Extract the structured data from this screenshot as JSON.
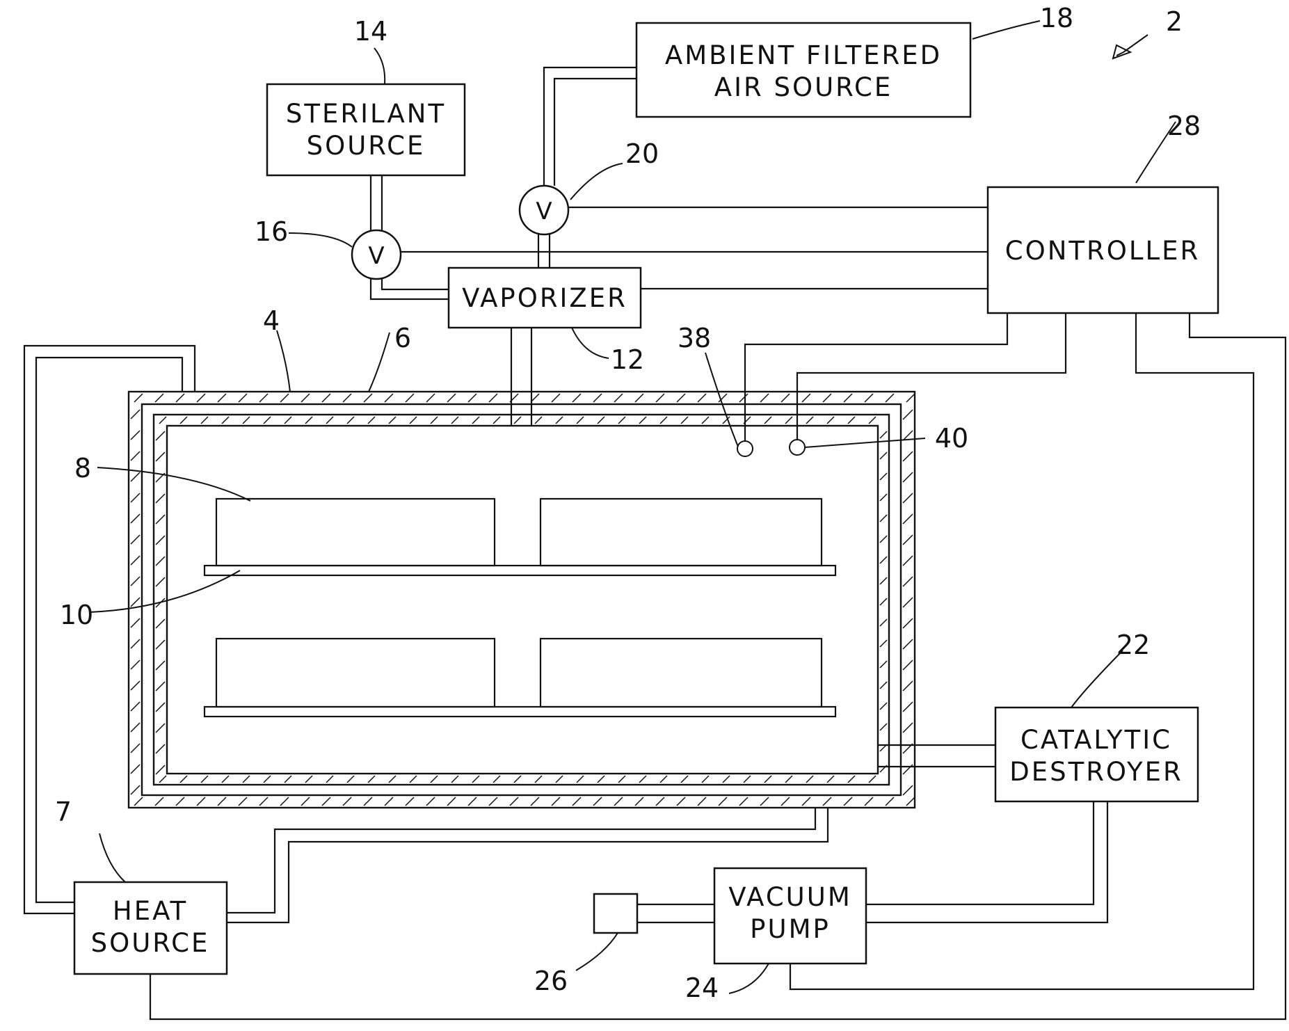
{
  "components": {
    "ambient_air_source": {
      "line1": "AMBIENT FILTERED",
      "line2": "AIR SOURCE",
      "ref": "18"
    },
    "sterilant_source": {
      "line1": "STERILANT",
      "line2": "SOURCE",
      "ref": "14"
    },
    "controller": {
      "label": "CONTROLLER",
      "ref": "28"
    },
    "vaporizer": {
      "label": "VAPORIZER",
      "ref": "12"
    },
    "catalytic_destroyer": {
      "line1": "CATALYTIC",
      "line2": "DESTROYER",
      "ref": "22"
    },
    "vacuum_pump": {
      "line1": "VACUUM",
      "line2": "PUMP",
      "ref": "24"
    },
    "heat_source": {
      "line1": "HEAT",
      "line2": "SOURCE",
      "ref": "7"
    },
    "valve_sterilant": {
      "label": "V",
      "ref": "16"
    },
    "valve_air": {
      "label": "V",
      "ref": "20"
    }
  },
  "refs": {
    "system": "2",
    "chamber": "4",
    "jacket": "6",
    "load": "8",
    "shelf": "10",
    "sensor_a": "38",
    "sensor_b": "40",
    "filter": "26"
  }
}
